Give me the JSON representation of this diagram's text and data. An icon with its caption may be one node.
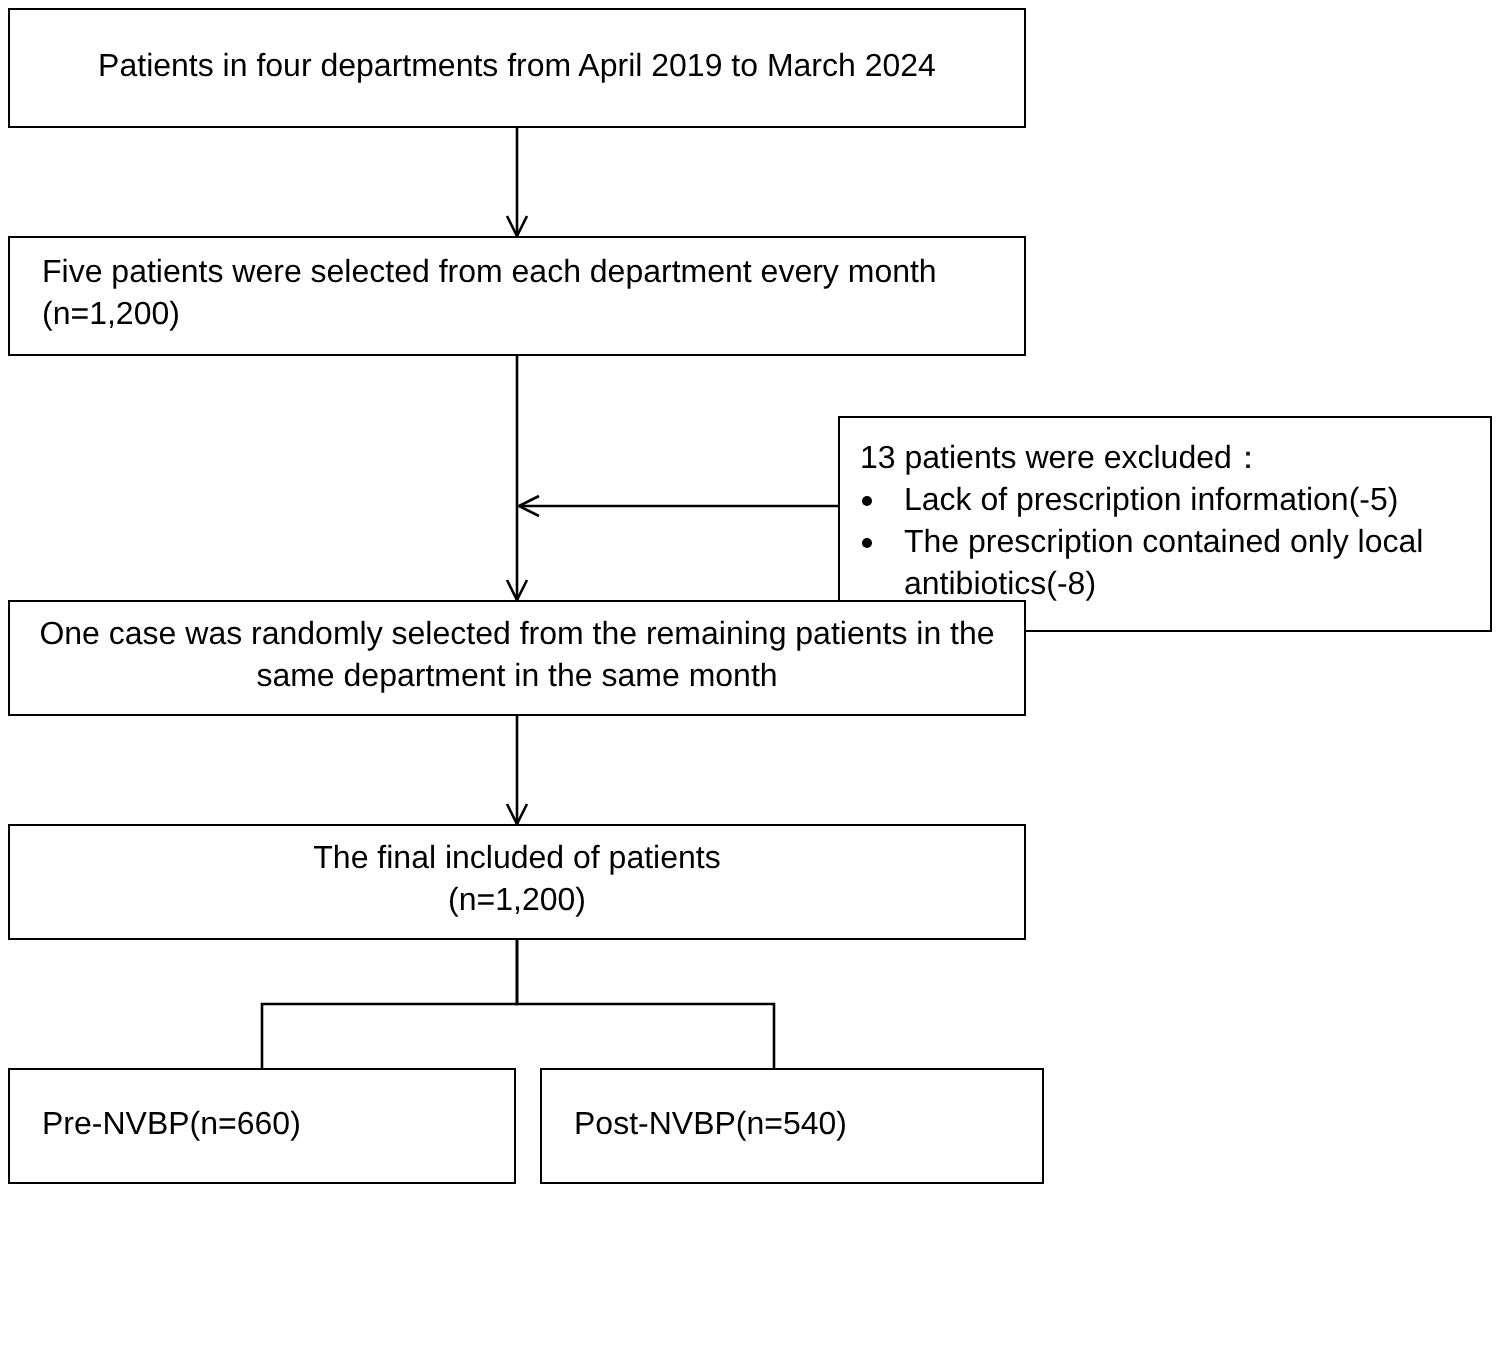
{
  "diagram": {
    "nodes": [
      {
        "text": [
          "Patients in four departments from April 2019 to March 2024"
        ]
      },
      {
        "text": [
          "Five patients were selected from each department every month (n=1,200)"
        ]
      },
      {
        "text": [
          "13 patients were excluded：",
          "Lack of prescription information(-5)",
          "The prescription contained only local antibiotics(-8)"
        ]
      },
      {
        "text": [
          "One case was randomly selected from the remaining patients in the same department in the same month"
        ]
      },
      {
        "text": [
          "The final included of patients",
          "(n=1,200)"
        ]
      },
      {
        "text": [
          "Pre-NVBP(n=660)"
        ]
      },
      {
        "text": [
          "Post-NVBP(n=540)"
        ]
      }
    ],
    "edges": [
      {
        "from": 0,
        "to": 1,
        "arrow": "to"
      },
      {
        "from": 1,
        "to": 3,
        "arrow": "to"
      },
      {
        "from": 2,
        "to": 3,
        "arrow": "to"
      },
      {
        "from": 3,
        "to": 4,
        "arrow": "to"
      },
      {
        "from": 4,
        "to": 5,
        "arrow": "none"
      },
      {
        "from": 4,
        "to": 6,
        "arrow": "none"
      }
    ]
  }
}
